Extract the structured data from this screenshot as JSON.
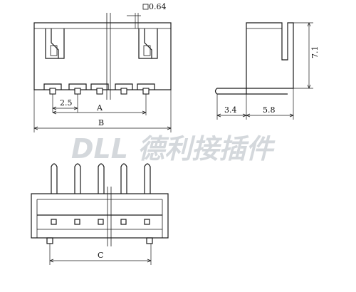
{
  "dimensions": {
    "pin_size": "0.64",
    "height": "7.1",
    "pitch": "2.5",
    "width_a": "A",
    "width_b": "B",
    "width_c": "C",
    "offset_left": "3.4",
    "offset_right": "5.8"
  },
  "watermark": {
    "text": "DLL 德利接插件"
  }
}
